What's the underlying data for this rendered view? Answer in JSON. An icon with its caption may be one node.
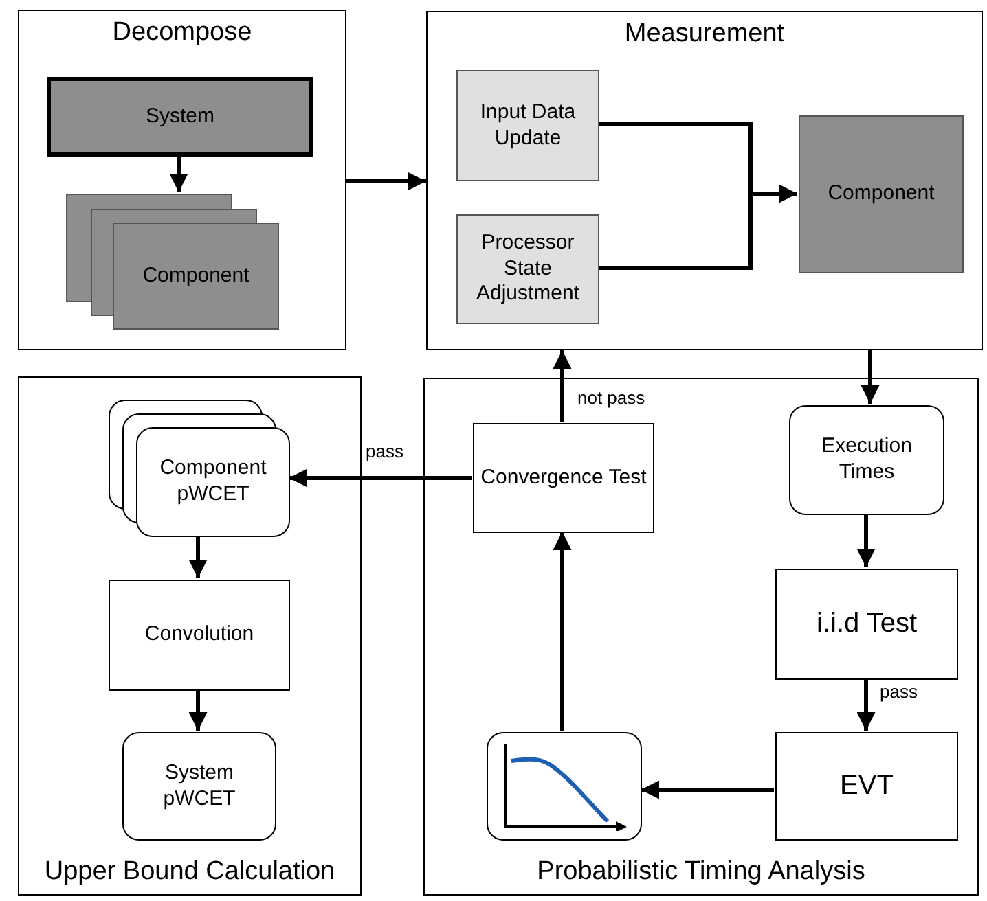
{
  "diagram": {
    "nodes": [
      {
        "text": [
          "Decompose"
        ]
      },
      {
        "text": [
          "System"
        ],
        "in": 0
      },
      {
        "text": [
          "Component"
        ],
        "in": 0
      },
      {
        "text": [
          "Measurement"
        ]
      },
      {
        "text": [
          "Input Data Update"
        ],
        "in": 3
      },
      {
        "text": [
          "Processor State Adjustment"
        ],
        "in": 3
      },
      {
        "text": [
          "Component"
        ],
        "in": 3
      },
      {
        "text": [
          "Upper Bound Calculation"
        ]
      },
      {
        "text": [
          "Component pWCET"
        ],
        "in": 7
      },
      {
        "text": [
          "Convolution"
        ],
        "in": 7
      },
      {
        "text": [
          "System pWCET"
        ],
        "in": 7
      },
      {
        "text": [
          "Probabilistic Timing Analysis"
        ]
      },
      {
        "text": [
          "Convergence Test"
        ],
        "in": 11
      },
      {
        "text": [
          "Execution Times"
        ],
        "in": 11
      },
      {
        "text": [
          "i.i.d Test"
        ],
        "in": 11
      },
      {
        "text": [
          "EVT"
        ],
        "in": 11
      },
      {
        "text": [],
        "shape": "picture",
        "in": 11
      }
    ],
    "edges": [
      {
        "from": 1,
        "to": 2,
        "arrow": "to"
      },
      {
        "from": 0,
        "to": 3,
        "arrow": "to"
      },
      {
        "from": 4,
        "to": 6,
        "arrow": "to"
      },
      {
        "from": 5,
        "to": 6,
        "arrow": "to"
      },
      {
        "from": 3,
        "to": 13,
        "arrow": "to"
      },
      {
        "from": 13,
        "to": 14,
        "arrow": "to"
      },
      {
        "from": 14,
        "to": 15,
        "arrow": "to",
        "label": "pass"
      },
      {
        "from": 15,
        "to": 16,
        "arrow": "to"
      },
      {
        "from": 16,
        "to": 12,
        "arrow": "to"
      },
      {
        "from": 12,
        "to": 3,
        "arrow": "to",
        "label": "not pass"
      },
      {
        "from": 12,
        "to": 8,
        "arrow": "to",
        "label": "pass"
      },
      {
        "from": 8,
        "to": 9,
        "arrow": "to"
      },
      {
        "from": 9,
        "to": 10,
        "arrow": "to"
      }
    ]
  }
}
